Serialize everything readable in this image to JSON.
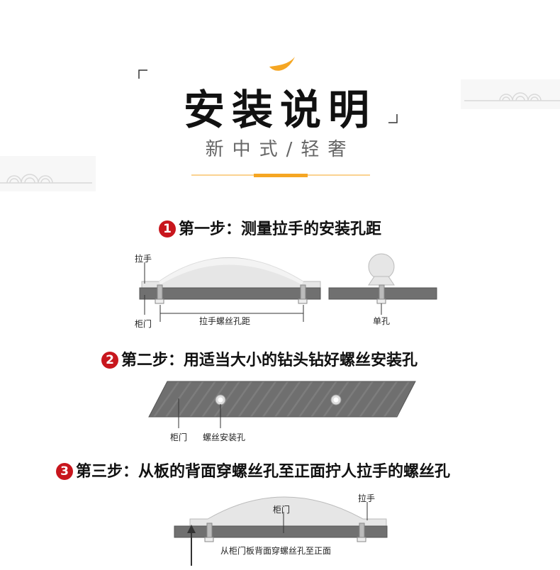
{
  "header": {
    "title": "安装说明",
    "subtitle": "新中式/轻奢",
    "accent_color": "#f5a623"
  },
  "steps": [
    {
      "number": "1",
      "text": "第一步：测量拉手的安装孔距",
      "labels": {
        "handle": "拉手",
        "door": "柜门",
        "hole_distance": "拉手螺丝孔距",
        "single_hole": "单孔"
      }
    },
    {
      "number": "2",
      "text": "第二步：用适当大小的钻头钻好螺丝安装孔",
      "labels": {
        "door": "柜门",
        "screw_hole": "螺丝安装孔"
      }
    },
    {
      "number": "3",
      "text": "第三步：从板的背面穿螺丝孔至正面拧人拉手的螺丝孔",
      "labels": {
        "door": "柜门",
        "handle": "拉手",
        "screw_direction": "从柜门板背面穿螺丝孔至正面"
      }
    }
  ],
  "colors": {
    "step_badge": "#c8161d",
    "board": "#707070",
    "handle": "#e6e6e6"
  }
}
